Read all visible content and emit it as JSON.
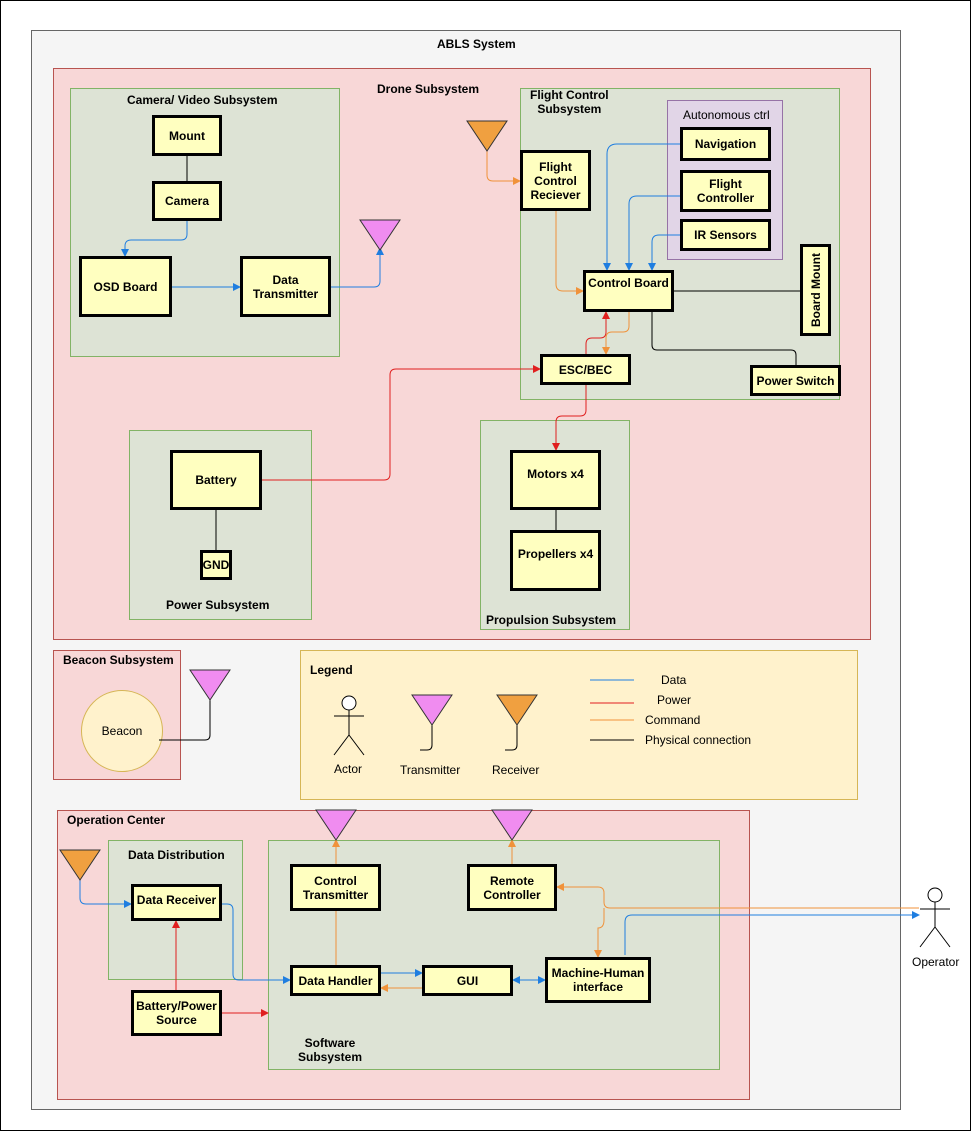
{
  "system_title": "ABLS System",
  "drone": {
    "title": "Drone Subsystem",
    "camera": {
      "title": "Camera/ Video Subsystem",
      "mount": "Mount",
      "camera": "Camera",
      "osd": "OSD Board",
      "data_tx": "Data\nTransmitter"
    },
    "flight_control": {
      "title": "Flight Control\nSubsystem",
      "receiver": "Flight\nControl\nReciever",
      "control_board": "Control Board",
      "esc": "ESC/BEC",
      "board_mount": "Board Mount",
      "power_switch": "Power Switch"
    },
    "autonomous": {
      "title": "Autonomous ctrl",
      "navigation": "Navigation",
      "flight_controller": "Flight\nController",
      "ir_sensors": "IR Sensors"
    },
    "power": {
      "title": "Power Subsystem",
      "battery": "Battery",
      "gnd": "GND"
    },
    "propulsion": {
      "title": "Propulsion Subsystem",
      "motors": "Motors x4",
      "propellers": "Propellers x4"
    }
  },
  "beacon": {
    "title": "Beacon Subsystem",
    "beacon": "Beacon"
  },
  "legend": {
    "title": "Legend",
    "actor": "Actor",
    "transmitter": "Transmitter",
    "receiver": "Receiver",
    "data": "Data",
    "power": "Power",
    "command": "Command",
    "physical": "Physical connection"
  },
  "operation": {
    "title": "Operation Center",
    "distribution": {
      "title": "Data Distribution",
      "data_receiver": "Data Receiver"
    },
    "battery": "Battery/Power\nSource",
    "software": {
      "title": "Software\nSubsystem",
      "control_tx": "Control\nTransmitter",
      "remote": "Remote\nController",
      "data_handler": "Data Handler",
      "gui": "GUI",
      "mhi": "Machine-Human\ninterface"
    }
  },
  "operator": "Operator",
  "colors": {
    "data": "#1f7ee0",
    "power": "#e01f1f",
    "command": "#f0923a",
    "physical": "#000000",
    "transmitter": "#f08cf0",
    "receiver": "#f0a040"
  }
}
